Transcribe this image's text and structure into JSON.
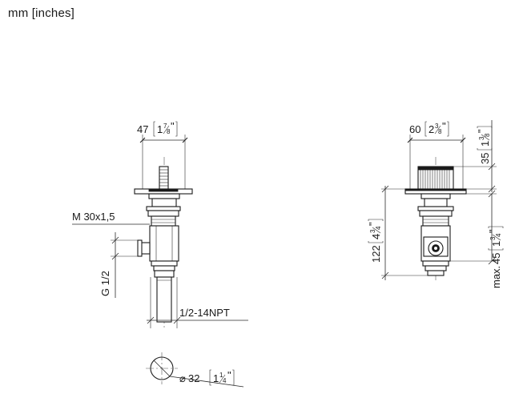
{
  "units_label": "mm [inches]",
  "left_view": {
    "width_dim": {
      "mm": "47",
      "whole": "1",
      "num": "7",
      "den": "8"
    },
    "thread_label": "M 30x1,5",
    "connection_label": "G 1/2",
    "npt_label": "1/2-14NPT",
    "hole_dim": {
      "symbol": "⌀",
      "mm": "32",
      "whole": "1",
      "num": "1",
      "den": "4"
    }
  },
  "right_view": {
    "width_dim": {
      "mm": "60",
      "whole": "2",
      "num": "3",
      "den": "8"
    },
    "height_dim": {
      "mm": "35",
      "whole": "1",
      "num": "3",
      "den": "8"
    },
    "total_dim": {
      "mm": "122",
      "whole": "4",
      "num": "3",
      "den": "4"
    },
    "max_dim": {
      "prefix": "max.",
      "mm": "45",
      "whole": "1",
      "num": "3",
      "den": "4"
    }
  },
  "colors": {
    "line": "#1a1a1a",
    "background": "#ffffff"
  }
}
